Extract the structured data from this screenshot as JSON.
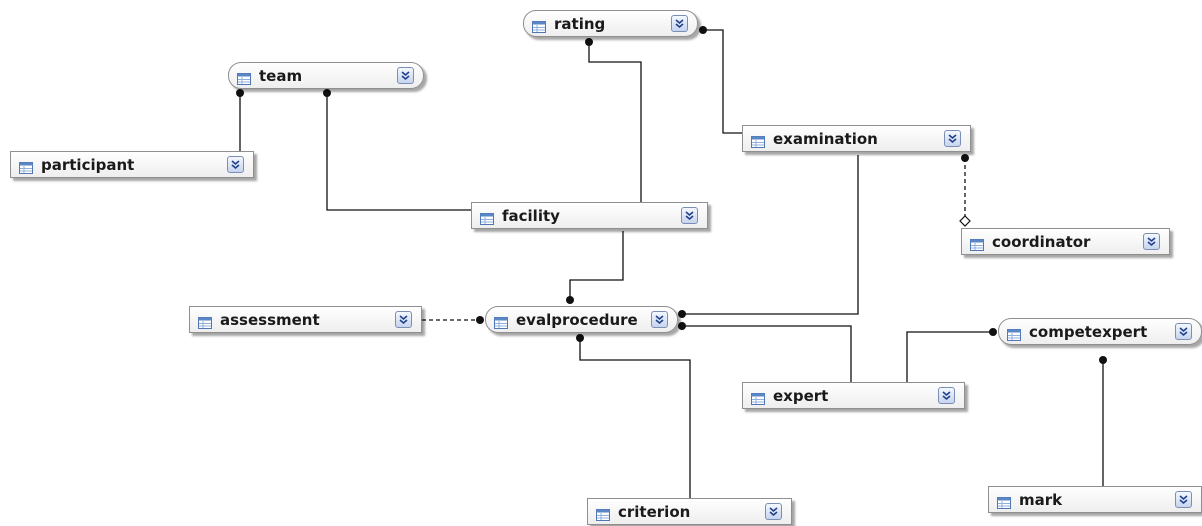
{
  "diagram": {
    "entities": [
      {
        "id": "rating",
        "label": "rating"
      },
      {
        "id": "team",
        "label": "team"
      },
      {
        "id": "participant",
        "label": "participant"
      },
      {
        "id": "examination",
        "label": "examination"
      },
      {
        "id": "facility",
        "label": "facility"
      },
      {
        "id": "coordinator",
        "label": "coordinator"
      },
      {
        "id": "assessment",
        "label": "assessment"
      },
      {
        "id": "evalprocedure",
        "label": "evalprocedure"
      },
      {
        "id": "competexpert",
        "label": "competexpert"
      },
      {
        "id": "expert",
        "label": "expert"
      },
      {
        "id": "criterion",
        "label": "criterion"
      },
      {
        "id": "mark",
        "label": "mark"
      }
    ],
    "relationships": [
      {
        "from": "team",
        "to": "participant",
        "style": "solid"
      },
      {
        "from": "team",
        "to": "facility",
        "style": "solid"
      },
      {
        "from": "rating",
        "to": "facility",
        "style": "solid"
      },
      {
        "from": "rating",
        "to": "examination",
        "style": "solid"
      },
      {
        "from": "examination",
        "to": "coordinator",
        "style": "dashed"
      },
      {
        "from": "facility",
        "to": "evalprocedure",
        "style": "solid"
      },
      {
        "from": "examination",
        "to": "evalprocedure",
        "style": "solid"
      },
      {
        "from": "assessment",
        "to": "evalprocedure",
        "style": "dashed"
      },
      {
        "from": "evalprocedure",
        "to": "expert",
        "style": "solid"
      },
      {
        "from": "evalprocedure",
        "to": "criterion",
        "style": "solid"
      },
      {
        "from": "competexpert",
        "to": "expert",
        "style": "solid"
      },
      {
        "from": "competexpert",
        "to": "mark",
        "style": "solid"
      }
    ]
  }
}
